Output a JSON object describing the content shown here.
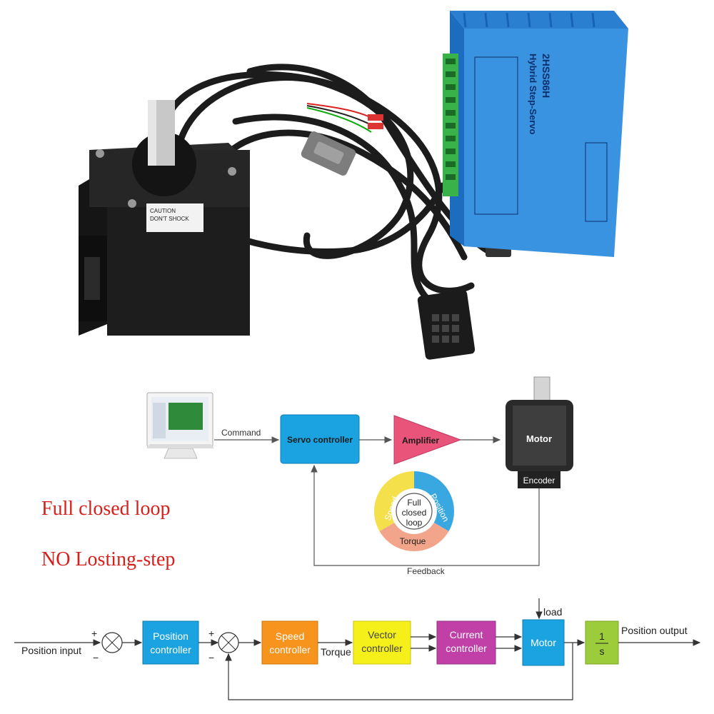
{
  "photo": {
    "driver_model": "2HSS86H",
    "driver_subtitle": "Hybrid Step-Servo",
    "motor_label_line1": "CAUTION",
    "motor_label_line2": "DON'T SHOCK"
  },
  "notes": {
    "line1": "Full closed loop",
    "line2": "NO Losting-step"
  },
  "loop_diagram": {
    "command_label": "Command",
    "servo_controller": "Servo controller",
    "amplifier": "Amplifier",
    "motor": "Motor",
    "encoder": "Encoder",
    "feedback": "Feedback",
    "ring_speed": "Speed",
    "ring_position": "Position",
    "ring_torque": "Torque",
    "ring_center_1": "Full",
    "ring_center_2": "closed",
    "ring_center_3": "loop",
    "colors": {
      "servo": "#1aa3e0",
      "amplifier": "#e8547a",
      "motor": "#2a2a2a",
      "speed": "#f4e04a",
      "position": "#3aa8e0",
      "torque": "#f2a58a"
    }
  },
  "control_diagram": {
    "position_input": "Position input",
    "position_controller_1": "Position",
    "position_controller_2": "controller",
    "speed_controller_1": "Speed",
    "speed_controller_2": "controller",
    "torque": "Torque",
    "vector_controller_1": "Vector",
    "vector_controller_2": "controller",
    "current_controller_1": "Current",
    "current_controller_2": "controller",
    "motor": "Motor",
    "load": "load",
    "integrator_num": "1",
    "integrator_den": "s",
    "position_output": "Position output",
    "plus": "+",
    "minus": "−",
    "colors": {
      "position": "#1aa3e0",
      "speed": "#f7941d",
      "vector": "#f5f01a",
      "current": "#c040a8",
      "motor": "#1aa3e0",
      "integrator": "#9ccc3a"
    }
  }
}
